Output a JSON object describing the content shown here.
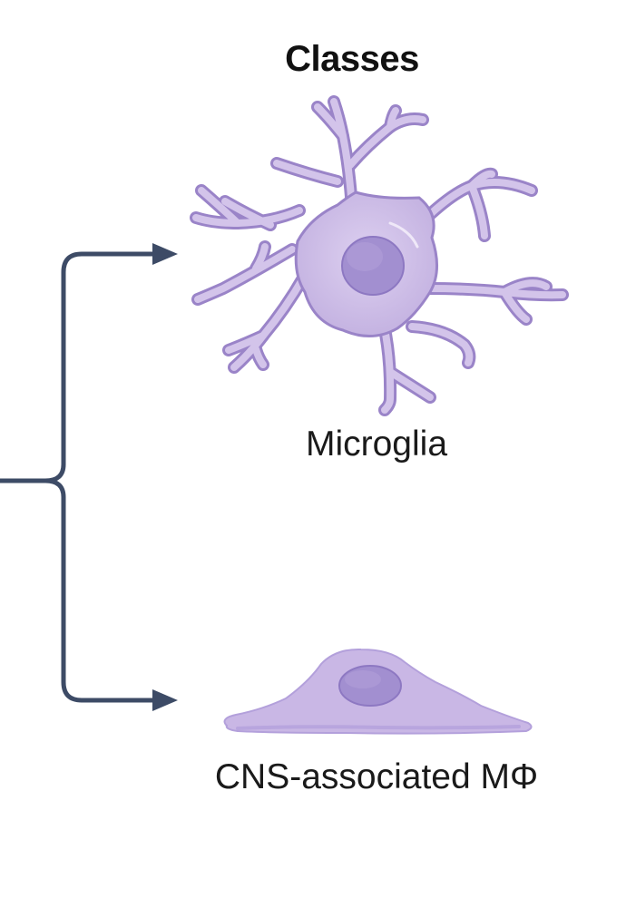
{
  "heading": "Classes",
  "classes": [
    {
      "label": "Microglia",
      "icon": "microglia-cell-icon"
    },
    {
      "label": "CNS-associated MΦ",
      "icon": "macrophage-cell-icon"
    }
  ],
  "colors": {
    "connector": "#3d4b66",
    "cell_fill": "#c8b6e2",
    "cell_outline": "#9a84c8",
    "nucleus": "#a28fd0"
  }
}
